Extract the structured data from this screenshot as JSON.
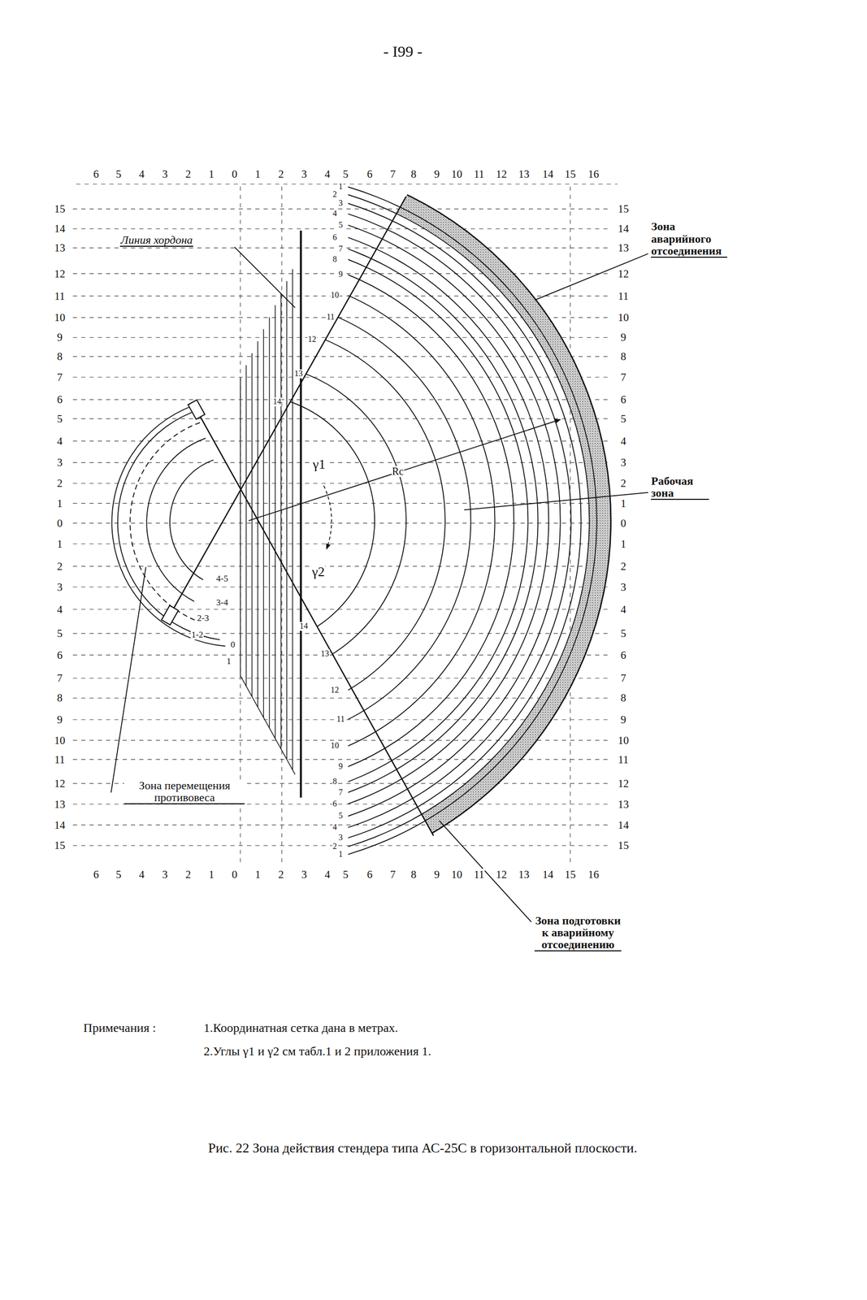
{
  "diagram": {
    "caption": "Рис. 22 Зона действия стендера типа АС-25С в горизонтальной плоскости.",
    "labels": [
      "- I99 -",
      "6",
      "5",
      "4",
      "3",
      "2",
      "1",
      "0",
      "1",
      "2",
      "3",
      "4",
      "5",
      "6",
      "7",
      "8",
      "9",
      "10",
      "11",
      "12",
      "13",
      "14",
      "15",
      "16",
      "6",
      "5",
      "4",
      "3",
      "2",
      "1",
      "0",
      "1",
      "2",
      "3",
      "4",
      "5",
      "6",
      "7",
      "8",
      "9",
      "10",
      "11",
      "12",
      "13",
      "14",
      "15",
      "16",
      "15",
      "14",
      "13",
      "12",
      "11",
      "10",
      "9",
      "8",
      "7",
      "6",
      "5",
      "4",
      "3",
      "2",
      "1",
      "0",
      "1",
      "2",
      "3",
      "4",
      "5",
      "6",
      "7",
      "8",
      "9",
      "10",
      "11",
      "12",
      "13",
      "14",
      "15",
      "15",
      "14",
      "13",
      "12",
      "11",
      "10",
      "9",
      "8",
      "7",
      "6",
      "5",
      "4",
      "3",
      "2",
      "1",
      "0",
      "1",
      "2",
      "3",
      "4",
      "5",
      "6",
      "7",
      "8",
      "9",
      "10",
      "11",
      "12",
      "13",
      "14",
      "15",
      "1",
      "2",
      "3",
      "4",
      "5",
      "6",
      "7",
      "8",
      "9",
      "10",
      "11",
      "12",
      "13",
      "14",
      "1",
      "2",
      "3",
      "4",
      "5",
      "6",
      "7",
      "8",
      "9",
      "10",
      "11",
      "12",
      "13",
      "14",
      "4-5",
      "3-4",
      "2-3",
      "1-2",
      "0",
      "1",
      "Линия хордона",
      "Зона аварийного отсоединения",
      "Рабочая зона",
      "Зона перемещения противовеса",
      "Зона подготовки к аварийному отсоединению",
      "γ1",
      "Rc",
      "γ2",
      "Примечания :",
      "1.Координатная сетка дана в метрах.",
      "2.Углы γ1 и γ2 см табл.1 и 2 приложения 1."
    ]
  }
}
